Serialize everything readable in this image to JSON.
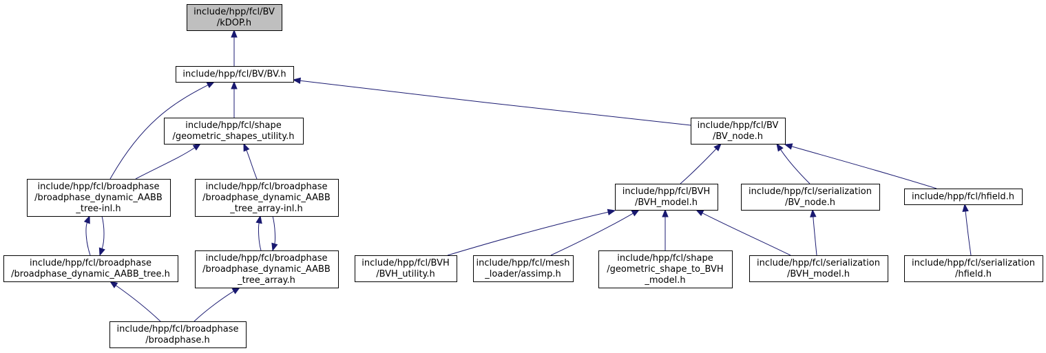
{
  "graph": {
    "nodes": [
      {
        "id": "kdop",
        "lines": [
          "include/hpp/fcl/BV",
          "/kDOP.h"
        ],
        "highlighted": true
      },
      {
        "id": "bv",
        "lines": [
          "include/hpp/fcl/BV/BV.h"
        ]
      },
      {
        "id": "geom_util",
        "lines": [
          "include/hpp/fcl/shape",
          "/geometric_shapes_utility.h"
        ]
      },
      {
        "id": "bv_node",
        "lines": [
          "include/hpp/fcl/BV",
          "/BV_node.h"
        ]
      },
      {
        "id": "dyn_inl",
        "lines": [
          "include/hpp/fcl/broadphase",
          "/broadphase_dynamic_AABB",
          "_tree-inl.h"
        ]
      },
      {
        "id": "dyn_arr_inl",
        "lines": [
          "include/hpp/fcl/broadphase",
          "/broadphase_dynamic_AABB",
          "_tree_array-inl.h"
        ]
      },
      {
        "id": "bvh_model",
        "lines": [
          "include/hpp/fcl/BVH",
          "/BVH_model.h"
        ]
      },
      {
        "id": "ser_bv_node",
        "lines": [
          "include/hpp/fcl/serialization",
          "/BV_node.h"
        ]
      },
      {
        "id": "hfield",
        "lines": [
          "include/hpp/fcl/hfield.h"
        ]
      },
      {
        "id": "dyn_tree",
        "lines": [
          "include/hpp/fcl/broadphase",
          "/broadphase_dynamic_AABB_tree.h"
        ]
      },
      {
        "id": "dyn_arr",
        "lines": [
          "include/hpp/fcl/broadphase",
          "/broadphase_dynamic_AABB",
          "_tree_array.h"
        ]
      },
      {
        "id": "bvh_util",
        "lines": [
          "include/hpp/fcl/BVH",
          "/BVH_utility.h"
        ]
      },
      {
        "id": "assimp",
        "lines": [
          "include/hpp/fcl/mesh",
          "_loader/assimp.h"
        ]
      },
      {
        "id": "shape_to_bvh",
        "lines": [
          "include/hpp/fcl/shape",
          "/geometric_shape_to_BVH",
          "_model.h"
        ]
      },
      {
        "id": "ser_bvh_model",
        "lines": [
          "include/hpp/fcl/serialization",
          "/BVH_model.h"
        ]
      },
      {
        "id": "ser_hfield",
        "lines": [
          "include/hpp/fcl/serialization",
          "/hfield.h"
        ]
      },
      {
        "id": "broadphase",
        "lines": [
          "include/hpp/fcl/broadphase",
          "/broadphase.h"
        ]
      }
    ],
    "edges": [
      {
        "from": "bv",
        "to": "kdop"
      },
      {
        "from": "geom_util",
        "to": "bv"
      },
      {
        "from": "dyn_inl",
        "to": "bv"
      },
      {
        "from": "bv_node",
        "to": "bv"
      },
      {
        "from": "dyn_inl",
        "to": "geom_util"
      },
      {
        "from": "dyn_arr_inl",
        "to": "geom_util"
      },
      {
        "from": "dyn_tree",
        "to": "dyn_inl"
      },
      {
        "from": "dyn_inl",
        "to": "dyn_tree"
      },
      {
        "from": "dyn_arr",
        "to": "dyn_arr_inl"
      },
      {
        "from": "dyn_arr_inl",
        "to": "dyn_arr"
      },
      {
        "from": "broadphase",
        "to": "dyn_tree"
      },
      {
        "from": "broadphase",
        "to": "dyn_arr"
      },
      {
        "from": "bvh_model",
        "to": "bv_node"
      },
      {
        "from": "ser_bv_node",
        "to": "bv_node"
      },
      {
        "from": "hfield",
        "to": "bv_node"
      },
      {
        "from": "bvh_util",
        "to": "bvh_model"
      },
      {
        "from": "assimp",
        "to": "bvh_model"
      },
      {
        "from": "shape_to_bvh",
        "to": "bvh_model"
      },
      {
        "from": "ser_bvh_model",
        "to": "bvh_model"
      },
      {
        "from": "ser_bvh_model",
        "to": "ser_bv_node"
      },
      {
        "from": "ser_hfield",
        "to": "hfield"
      }
    ]
  }
}
